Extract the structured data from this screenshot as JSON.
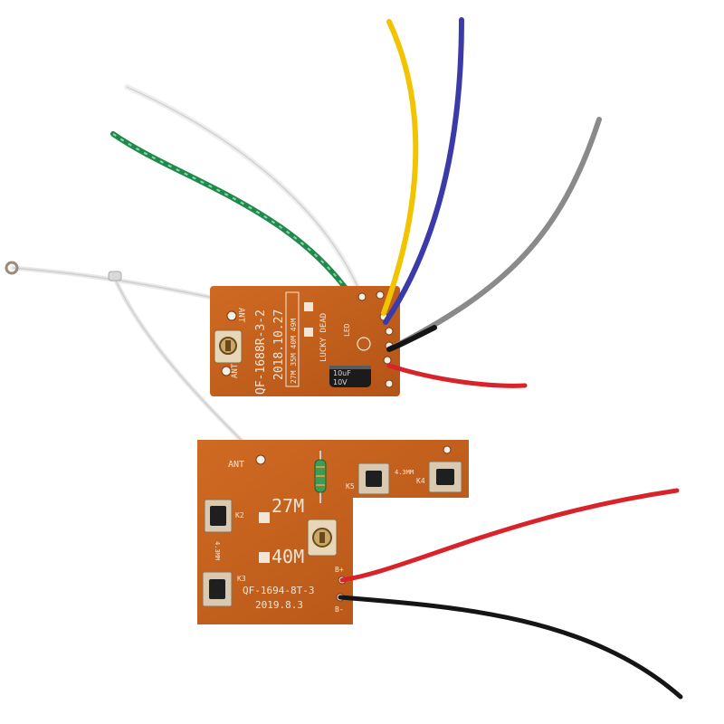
{
  "receiver_board": {
    "model": "QF-1688R-3-2",
    "date": "2018.10.27",
    "freq_tag": "27M 35M 40M 49M",
    "logo": "LUCKY DEAD",
    "ant_top": "ANT",
    "ant_bottom": "ANT",
    "led": "LED",
    "capacitor_value": "10uF",
    "capacitor_voltage": "10V"
  },
  "transmitter_board": {
    "ant": "ANT",
    "freq_1": "27M",
    "freq_2": "40M",
    "model": "QF-1694-8T-3",
    "date": "2019.8.3",
    "k2": "K2",
    "k3": "K3",
    "k4": "K4",
    "k5": "K5",
    "size_1": "4.3MM",
    "size_2": "4.3MM",
    "b_plus": "B+",
    "b_minus": "B-"
  },
  "colors": {
    "pcb": "#c4601d",
    "wire_yellow": "#f2c400",
    "wire_blue": "#3a3aa8",
    "wire_gray": "#8a8a8a",
    "wire_green": "#1f8a4c",
    "wire_red": "#d8232a",
    "wire_black": "#151515"
  }
}
